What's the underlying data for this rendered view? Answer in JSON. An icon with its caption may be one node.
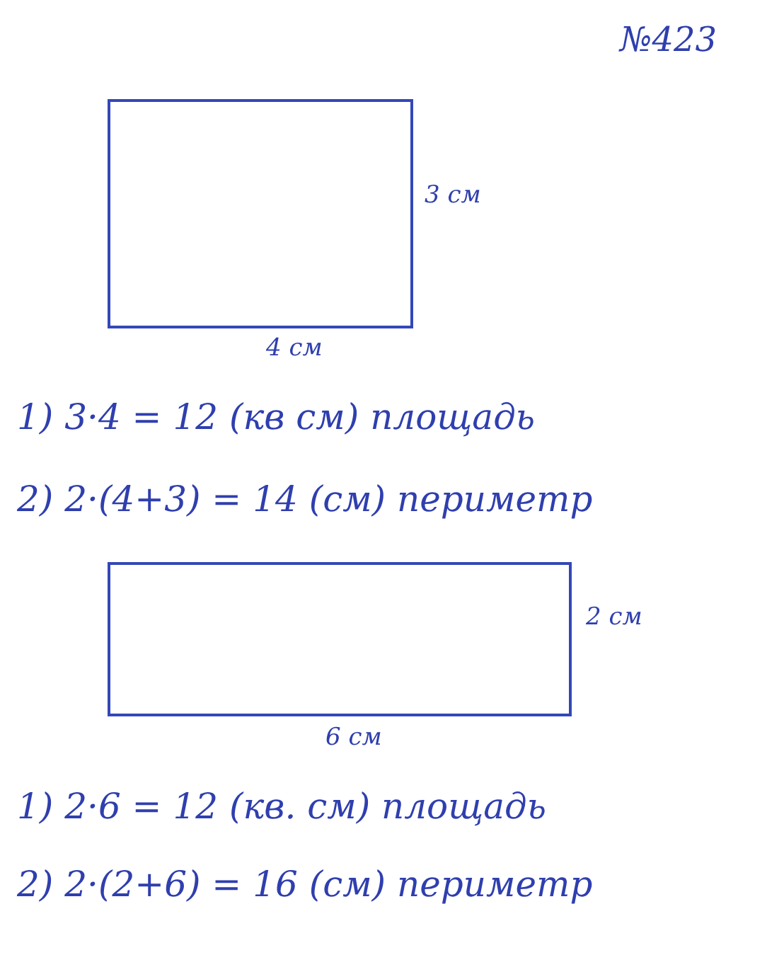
{
  "diagram": {
    "title": "№423",
    "nodes": [
      {
        "text": [],
        "shape": "box",
        "beside": [
          "3 см",
          "4 см"
        ]
      },
      {
        "text": [],
        "shape": "box",
        "beside": [
          "2 см",
          "6 см"
        ]
      }
    ],
    "labels": [
      "1) 3·4 = 12 (кв см) площадь",
      "2) 2·(4+3) = 14 (см) периметр",
      "1) 2·6 = 12 (кв. см) площадь",
      "2) 2·(2+6) = 16 (см) периметр"
    ]
  }
}
